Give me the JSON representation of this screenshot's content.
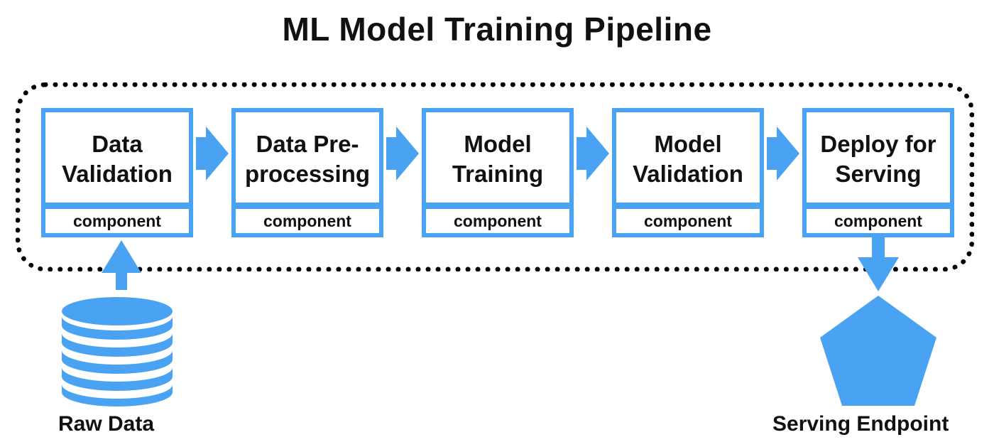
{
  "title": "ML Model Training Pipeline",
  "colors": {
    "accent": "#4aa3f2",
    "border": "#000000"
  },
  "pipeline": {
    "steps": [
      {
        "name_line1": "Data",
        "name_line2": "Validation",
        "tag": "component"
      },
      {
        "name_line1": "Data Pre-",
        "name_line2": "processing",
        "tag": "component"
      },
      {
        "name_line1": "Model",
        "name_line2": "Training",
        "tag": "component"
      },
      {
        "name_line1": "Model",
        "name_line2": "Validation",
        "tag": "component"
      },
      {
        "name_line1": "Deploy for",
        "name_line2": "Serving",
        "tag": "component"
      }
    ]
  },
  "source": {
    "label": "Raw Data",
    "icon": "database-icon"
  },
  "sink": {
    "label": "Serving Endpoint",
    "icon": "pentagon-icon"
  }
}
